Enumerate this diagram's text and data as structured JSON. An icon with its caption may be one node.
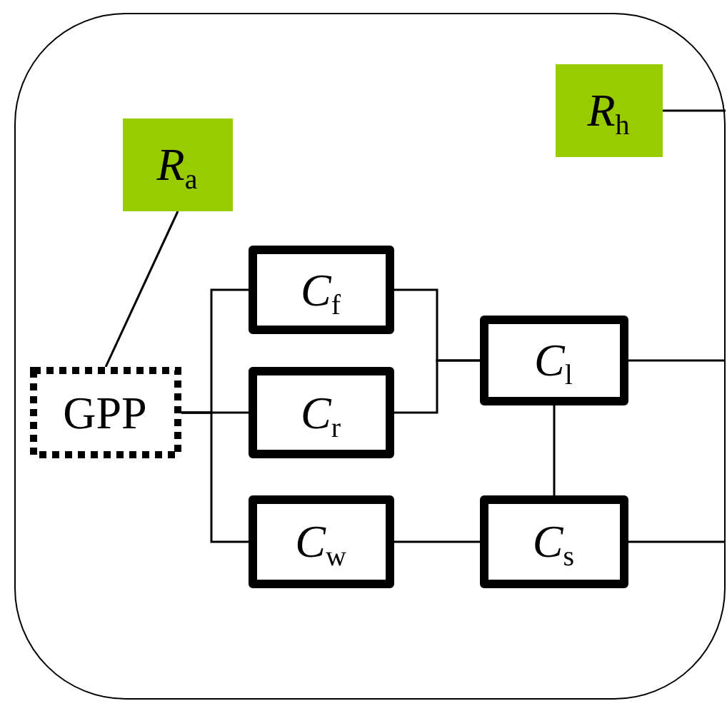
{
  "diagram": {
    "nodes": [
      {
        "text": [],
        "shape": "box"
      },
      {
        "text": [
          "*R*$_{h}$"
        ],
        "in": 0
      },
      {
        "text": [
          "*R*$_{a}$"
        ],
        "in": 0
      },
      {
        "text": [
          "*C*$_{f}$"
        ],
        "in": 0
      },
      {
        "text": [
          "*C*$_{l}$"
        ],
        "in": 0
      },
      {
        "text": [
          "GPP"
        ],
        "in": 0
      },
      {
        "text": [
          "*C*$_{r}$"
        ],
        "in": 0
      },
      {
        "text": [
          "*C*$_{w}$"
        ],
        "in": 0
      },
      {
        "text": [
          "*C*$_{s}$"
        ],
        "in": 0
      }
    ],
    "edges": [
      {
        "from": 2,
        "to": 5,
        "arrow": "none"
      },
      {
        "from": 5,
        "to": 3,
        "arrow": "none"
      },
      {
        "from": 5,
        "to": 6,
        "arrow": "none"
      },
      {
        "from": 5,
        "to": 7,
        "arrow": "none"
      },
      {
        "from": 3,
        "to": 4,
        "arrow": "none"
      },
      {
        "from": 6,
        "to": 4,
        "arrow": "none"
      },
      {
        "from": 7,
        "to": 8,
        "arrow": "none"
      },
      {
        "from": 4,
        "to": 8,
        "arrow": "none"
      },
      {
        "from": 1,
        "to": null,
        "arrow": "none"
      },
      {
        "from": 4,
        "to": null,
        "arrow": "none"
      },
      {
        "from": 8,
        "to": null,
        "arrow": "none"
      }
    ]
  }
}
